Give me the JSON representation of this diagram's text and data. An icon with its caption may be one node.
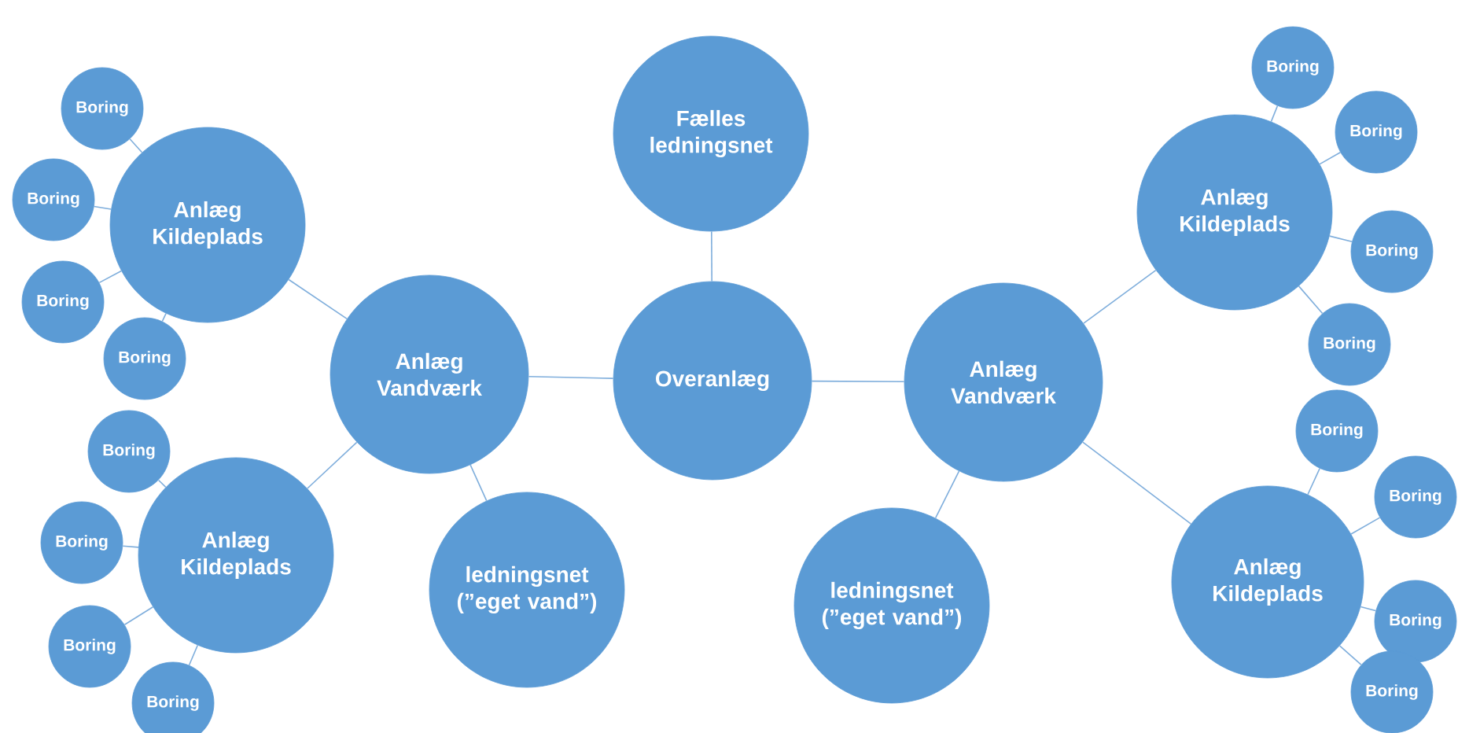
{
  "diagram": {
    "nodes": [
      {
        "text": [
          "Fælles ledningsnet"
        ]
      },
      {
        "text": [
          "Overanlæg"
        ]
      },
      {
        "text": [
          "Anlæg Vandværk"
        ]
      },
      {
        "text": [
          "Anlæg Vandværk"
        ]
      },
      {
        "text": [
          "ledningsnet (”eget vand”)"
        ]
      },
      {
        "text": [
          "ledningsnet (”eget vand”)"
        ]
      },
      {
        "text": [
          "Anlæg Kildeplads"
        ]
      },
      {
        "text": [
          "Anlæg Kildeplads"
        ]
      },
      {
        "text": [
          "Anlæg Kildeplads"
        ]
      },
      {
        "text": [
          "Anlæg Kildeplads"
        ]
      },
      {
        "text": [
          "Boring"
        ]
      },
      {
        "text": [
          "Boring"
        ]
      },
      {
        "text": [
          "Boring"
        ]
      },
      {
        "text": [
          "Boring"
        ]
      },
      {
        "text": [
          "Boring"
        ]
      },
      {
        "text": [
          "Boring"
        ]
      },
      {
        "text": [
          "Boring"
        ]
      },
      {
        "text": [
          "Boring"
        ]
      },
      {
        "text": [
          "Boring"
        ]
      },
      {
        "text": [
          "Boring"
        ]
      },
      {
        "text": [
          "Boring"
        ]
      },
      {
        "text": [
          "Boring"
        ]
      },
      {
        "text": [
          "Boring"
        ]
      },
      {
        "text": [
          "Boring"
        ]
      },
      {
        "text": [
          "Boring"
        ]
      },
      {
        "text": [
          "Boring"
        ]
      }
    ],
    "edges": [
      {
        "from": 1,
        "to": 0,
        "arrow": "none"
      },
      {
        "from": 1,
        "to": 2,
        "arrow": "none"
      },
      {
        "from": 1,
        "to": 3,
        "arrow": "none"
      },
      {
        "from": 2,
        "to": 4,
        "arrow": "none"
      },
      {
        "from": 3,
        "to": 5,
        "arrow": "none"
      },
      {
        "from": 2,
        "to": 6,
        "arrow": "none"
      },
      {
        "from": 2,
        "to": 7,
        "arrow": "none"
      },
      {
        "from": 3,
        "to": 8,
        "arrow": "none"
      },
      {
        "from": 3,
        "to": 9,
        "arrow": "none"
      },
      {
        "from": 6,
        "to": 10,
        "arrow": "none"
      },
      {
        "from": 6,
        "to": 11,
        "arrow": "none"
      },
      {
        "from": 6,
        "to": 12,
        "arrow": "none"
      },
      {
        "from": 6,
        "to": 13,
        "arrow": "none"
      },
      {
        "from": 7,
        "to": 14,
        "arrow": "none"
      },
      {
        "from": 7,
        "to": 15,
        "arrow": "none"
      },
      {
        "from": 7,
        "to": 16,
        "arrow": "none"
      },
      {
        "from": 7,
        "to": 17,
        "arrow": "none"
      },
      {
        "from": 8,
        "to": 18,
        "arrow": "none"
      },
      {
        "from": 8,
        "to": 19,
        "arrow": "none"
      },
      {
        "from": 8,
        "to": 20,
        "arrow": "none"
      },
      {
        "from": 8,
        "to": 21,
        "arrow": "none"
      },
      {
        "from": 9,
        "to": 22,
        "arrow": "none"
      },
      {
        "from": 9,
        "to": 23,
        "arrow": "none"
      },
      {
        "from": 9,
        "to": 24,
        "arrow": "none"
      },
      {
        "from": 9,
        "to": 25,
        "arrow": "none"
      }
    ]
  }
}
